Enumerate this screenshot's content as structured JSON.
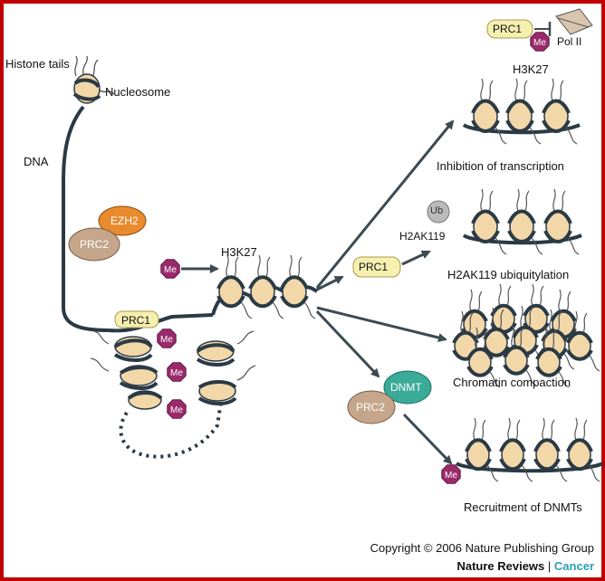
{
  "labels": {
    "histone_tails": "Histone tails",
    "nucleosome": "Nucleosome",
    "dna": "DNA",
    "h3k27_center": "H3K27",
    "h3k27_top": "H3K27",
    "pol_ii": "Pol II",
    "h2ak119": "H2AK119",
    "ub": "Ub",
    "me": "Me"
  },
  "proteins": {
    "ezh2": "EZH2",
    "prc2": "PRC2",
    "prc1": "PRC1",
    "dnmt": "DNMT"
  },
  "outcomes": [
    {
      "label": "Inhibition of transcription"
    },
    {
      "label": "H2AK119 ubiquitylation"
    },
    {
      "label": "Chromatin compaction"
    },
    {
      "label": "Recruitment of DNMTs"
    }
  ],
  "copyright": {
    "line1": "Copyright © 2006 Nature Publishing Group",
    "journal": "Nature Reviews",
    "separator": "|",
    "section": "Cancer"
  },
  "colors": {
    "frame_border": "#c00000",
    "me_marker": "#9b2a6c",
    "ezh2": "#e98a2e",
    "prc2": "#c5a68b",
    "prc1": "#f5efb0",
    "dnmt": "#3aaa99",
    "ub": "#bbbbbb",
    "dna": "#2b3a44",
    "nucleosome": "#f2d7a8"
  }
}
